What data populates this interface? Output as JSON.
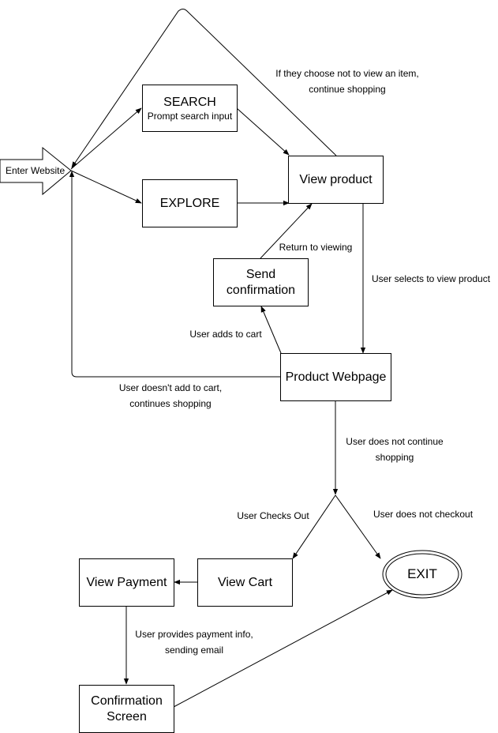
{
  "entry": {
    "label": "Enter Website"
  },
  "nodes": {
    "search": {
      "title": "SEARCH",
      "subtitle": "Prompt search input"
    },
    "explore": {
      "title": "EXPLORE"
    },
    "view_product": {
      "title": "View product"
    },
    "send_confirmation": {
      "line1": "Send",
      "line2": "confirmation"
    },
    "product_webpage": {
      "title": "Product Webpage"
    },
    "view_cart": {
      "title": "View Cart"
    },
    "view_payment": {
      "title": "View Payment"
    },
    "confirmation_screen": {
      "line1": "Confirmation",
      "line2": "Screen"
    },
    "exit": {
      "title": "EXIT"
    }
  },
  "edge_labels": {
    "not_view_item": {
      "line1": "If they choose not to view an item,",
      "line2": "continue shopping"
    },
    "return_to_viewing": "Return to viewing",
    "selects_to_view": "User selects to view product",
    "adds_to_cart": "User adds to cart",
    "doesnt_add": {
      "line1": "User doesn't add to cart,",
      "line2": "continues shopping"
    },
    "not_continue": {
      "line1": "User does not continue",
      "line2": "shopping"
    },
    "checks_out": "User Checks Out",
    "not_checkout": "User does not checkout",
    "payment_info": {
      "line1": "User provides payment info,",
      "line2": "sending email"
    }
  }
}
